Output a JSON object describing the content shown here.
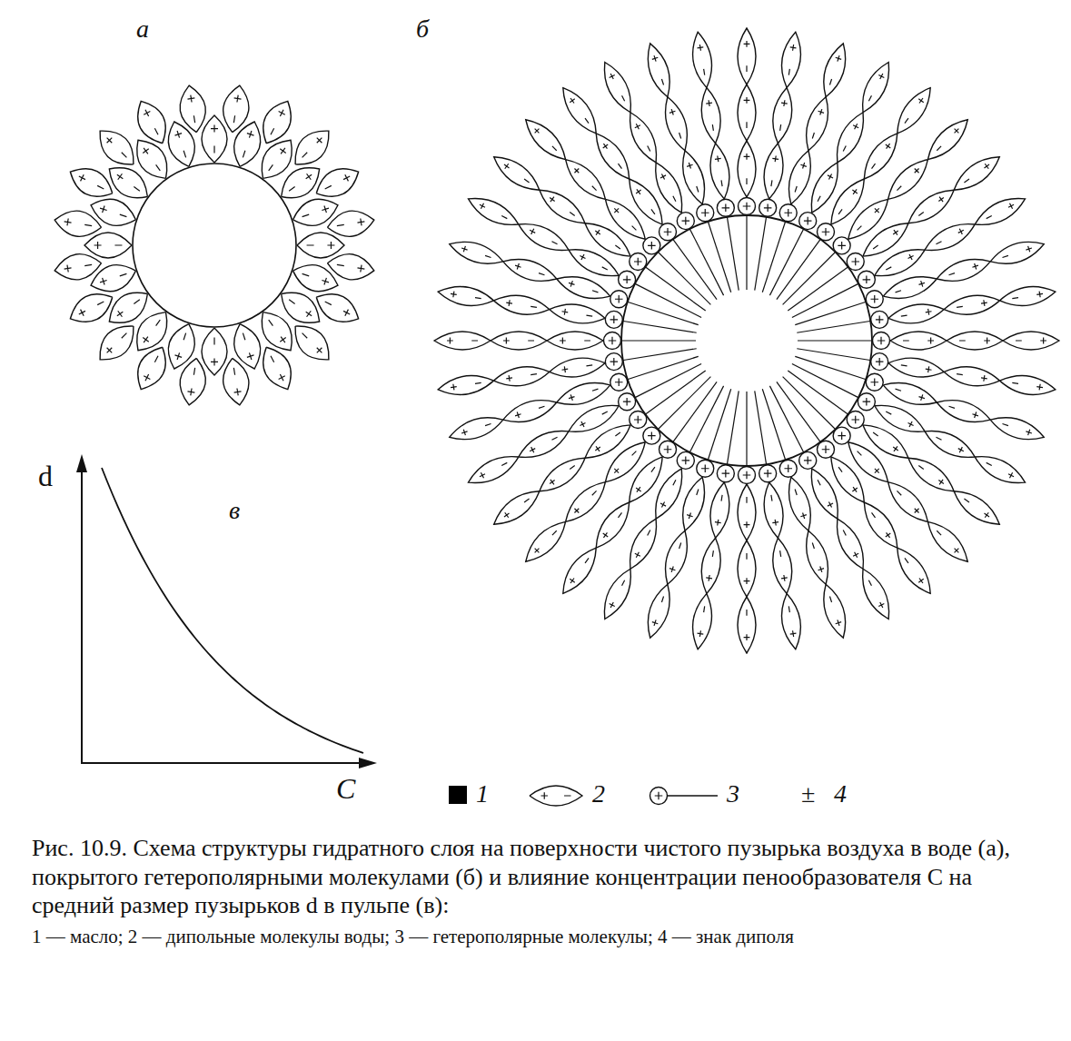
{
  "diagram": {
    "caption": "Рис. 10.9. Схема структуры гидратного слоя на поверхности чистого пузырька воздуха в воде (а), покрытого гетерополярными молекулами (б) и влияние концентрации пенообразователя С на средний размер пузырьков d в пульпе (в):",
    "labels": [
      "а",
      "б",
      "в",
      "d",
      "C",
      "±",
      "1 — масло; 2 — дипольные молекулы воды; 3 — гетерополярные молекулы; 4 — знак диполя"
    ],
    "legend": [
      {
        "text": "1",
        "color": "#000000"
      },
      {
        "text": "2"
      },
      {
        "text": "3"
      },
      {
        "text": "4"
      }
    ]
  }
}
